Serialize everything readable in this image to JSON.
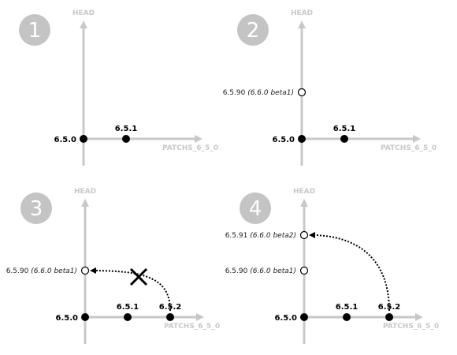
{
  "colors": {
    "axis": "#c8c8c8",
    "badge": "#c4c4c4",
    "node": "#000000"
  },
  "panels": [
    {
      "step": "1",
      "head_label": "HEAD",
      "branch_label": "PATCHS_6_5_0",
      "origin_label": "6.5.0",
      "branch_nodes": [
        {
          "label": "6.5.1"
        }
      ],
      "head_nodes": []
    },
    {
      "step": "2",
      "head_label": "HEAD",
      "branch_label": "PATCHS_6_5_0",
      "origin_label": "6.5.0",
      "branch_nodes": [
        {
          "label": "6.5.1"
        }
      ],
      "head_nodes": [
        {
          "version": "6.5.90",
          "note": "(6.6.0 beta1)"
        }
      ]
    },
    {
      "step": "3",
      "head_label": "HEAD",
      "branch_label": "PATCHS_6_5_0",
      "origin_label": "6.5.0",
      "branch_nodes": [
        {
          "label": "6.5.1"
        },
        {
          "label": "6.5.2"
        }
      ],
      "head_nodes": [
        {
          "version": "6.5.90",
          "note": "(6.6.0 beta1)"
        }
      ],
      "merge": {
        "from_branch_index": 1,
        "to_head_index": 0,
        "blocked": true
      }
    },
    {
      "step": "4",
      "head_label": "HEAD",
      "branch_label": "PATCHS_6_5_0",
      "origin_label": "6.5.0",
      "branch_nodes": [
        {
          "label": "6.5.1"
        },
        {
          "label": "6.5.2"
        }
      ],
      "head_nodes": [
        {
          "version": "6.5.90",
          "note": "(6.6.0 beta1)"
        },
        {
          "version": "6.5.91",
          "note": "(6.6.0 beta2)"
        }
      ],
      "merge": {
        "from_branch_index": 1,
        "to_head_index": 1,
        "blocked": false
      }
    }
  ]
}
